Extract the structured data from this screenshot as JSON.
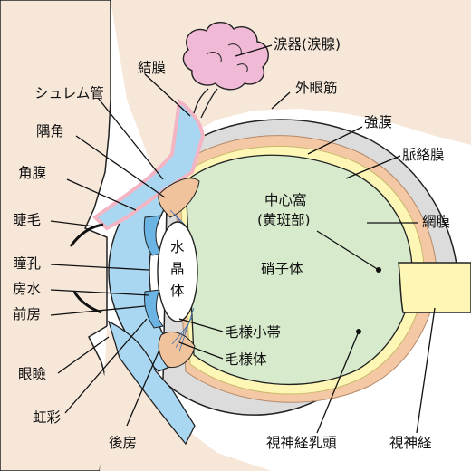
{
  "labels": {
    "lacrimal_gland": "涙器(涙腺)",
    "extraocular_muscle": "外眼筋",
    "conjunctiva": "結膜",
    "schlemm_canal": "シュレム管",
    "sclera": "強膜",
    "angle": "隅角",
    "choroid": "脈絡膜",
    "cornea": "角膜",
    "fovea_line1": "中心窩",
    "fovea_line2": "(黄斑部)",
    "eyelash": "睫毛",
    "retina": "網膜",
    "pupil": "瞳孔",
    "aqueous_humor": "房水",
    "vitreous_body": "硝子体",
    "anterior_chamber": "前房",
    "lens_c1": "水",
    "lens_c2": "晶",
    "lens_c3": "体",
    "zonule": "毛様小帯",
    "ciliary_body": "毛様体",
    "eyelid": "眼瞼",
    "iris": "虹彩",
    "posterior_chamber": "後房",
    "optic_disc": "視神経乳頭",
    "optic_nerve": "視神経"
  },
  "colors": {
    "skin": "#f6e7d9",
    "conjunctiva_pink": "#f3b5c4",
    "cornea_blue": "#a9d7f1",
    "iris_blue": "#6bb4e3",
    "vitreous_green": "#d7ebcc",
    "retina_yellow": "#fdf6b4",
    "choroid_peach": "#f4c8a4",
    "sclera_gray": "#dcdcdc",
    "gland_pink": "#f0b9d6",
    "ciliary_peach": "#f1c39c",
    "outline": "#222222"
  }
}
